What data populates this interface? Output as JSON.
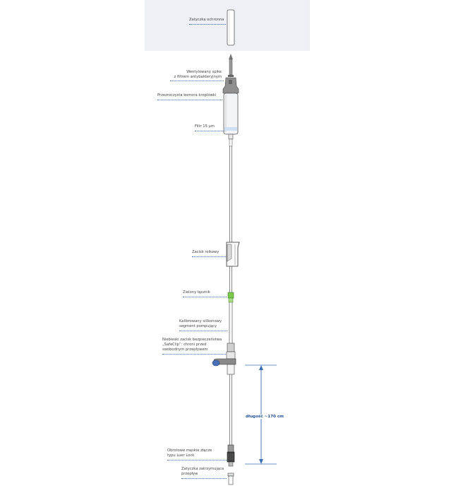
{
  "labels": {
    "cap_top": "Zatyczka ochronna",
    "spike_line1": "Wentylowany spike",
    "spike_line2": "z filtrem antybakteryjnym",
    "drip_chamber": "Przezroczysta komora kroplówki",
    "filter": "Filtr 15 µm",
    "roller_clamp": "Zacisk rolkowy",
    "green_connector": "Zielony łącznik",
    "silicone_line1": "Kalibrowany silikonowy",
    "silicone_line2": "segment pompujący",
    "safeclip_line1": "Niebieski zacisk bezpieczeństwa",
    "safeclip_line2": "„SafeClip”: chroni przed",
    "safeclip_line3": "swobodnym przepływem",
    "luer_line1": "Obrotowe męskie złącze",
    "luer_line2": "typu Luer Lock",
    "stop_cap_line1": "Zatyczka zatrzymująca",
    "stop_cap_line2": "przepływ"
  },
  "dimension": {
    "length_label": "długość ~170 cm"
  },
  "colors": {
    "accent": "#3a6fb3",
    "clip_blue": "#4a6fb5",
    "green": "#6fbf4a",
    "top_panel": "#eef0f6"
  }
}
